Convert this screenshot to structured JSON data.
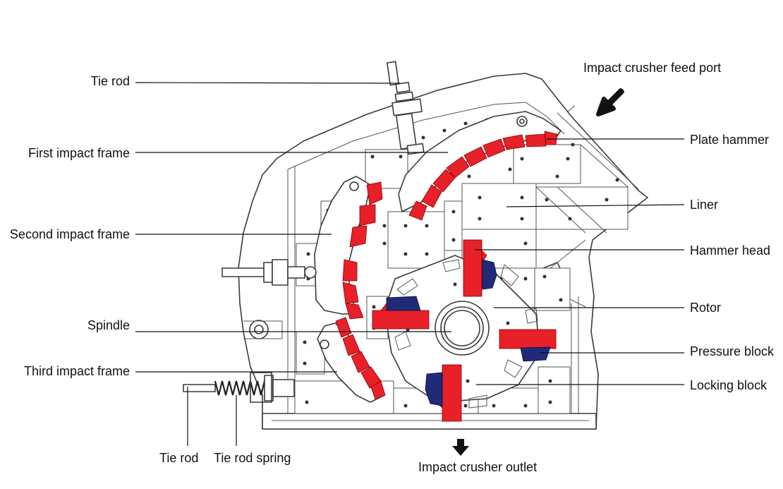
{
  "labels": {
    "tie_rod_top": "Tie rod",
    "first_impact_frame": "First impact frame",
    "second_impact_frame": "Second impact frame",
    "spindle": "Spindle",
    "third_impact_frame": "Third impact frame",
    "tie_rod_bottom": "Tie rod",
    "tie_rod_spring": "Tie rod spring",
    "feed_port": "Impact crusher feed port",
    "plate_hammer": "Plate hammer",
    "liner": "Liner",
    "hammer_head": "Hammer head",
    "rotor": "Rotor",
    "pressure_block": "Pressure block",
    "locking_block": "Locking block",
    "outlet": "Impact crusher outlet"
  },
  "colors": {
    "impact_plate_red": "#e8202a",
    "locking_block_blue": "#1f2a78",
    "outline": "#3a3a3a",
    "arrow": "#111111"
  },
  "icons": {
    "feed_arrow": "arrow-down-left-icon",
    "outlet_arrow": "arrow-down-icon"
  }
}
